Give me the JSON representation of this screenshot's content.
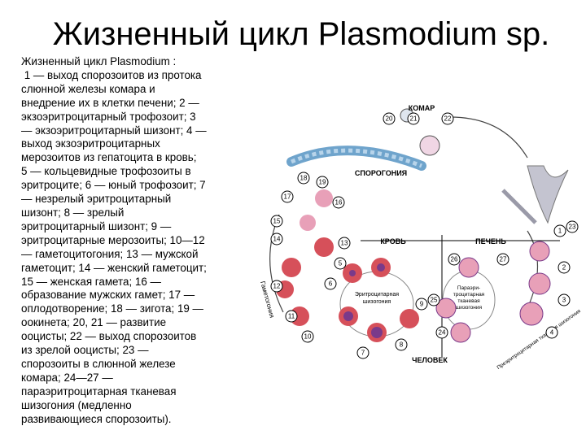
{
  "title": "Жизненный цикл Plasmodium sp.",
  "caption_lines": [
    "Жизненный цикл Plasmodium :",
    " 1 — выход спорозоитов из протока",
    "слюнной железы комара и",
    "внедрение их в клетки печени; 2 —",
    "экзоэритроцитарный трофозоит; 3",
    "— экзоэритроцитарный шизонт; 4 —",
    "выход экзоэритроцитарных",
    "мерозоитов из гепатоцита в кровь;",
    "5 — кольцевидные трофозоиты в",
    "эритроците; 6 — юный трофозоит; 7",
    "— незрелый эритроцитарный",
    "шизонт; 8 — зрелый",
    "эритроцитарный шизонт; 9 —",
    "эритроцитарные мерозоиты; 10—12",
    "— гаметоцитогония; 13 — мужской",
    "гаметоцит; 14 — женский гаметоцит;",
    "15 — женская гамета; 16 —",
    "образование мужских гамет; 17 —",
    "оплодотворение; 18 — зигота; 19 —",
    "оокинета; 20, 21 — развитие",
    "ооцисты; 22 — выход спорозоитов",
    "из зрелой ооцисты; 23 —",
    "спорозоиты в слюнной железе",
    "комара; 24—27 —",
    "параэритроцитарная тканевая",
    "шизогония (медленно",
    "развивающиеся спорозоиты)."
  ],
  "figure": {
    "labels": {
      "mosquito": "КОМАР",
      "sporogony": "СПОРОГОНИЯ",
      "blood": "КРОВЬ",
      "liver": "ПЕЧЕНЬ",
      "human": "ЧЕЛОВЕК",
      "gametogony": "Гаметогония",
      "erythro_schizogony_1": "Эритроцитарная",
      "erythro_schizogony_2": "шизогония",
      "para_1": "Параэри-",
      "para_2": "троцитарная",
      "para_3": "тканевая",
      "para_4": "шизогония",
      "exo_tissue": "Преэритроцитарная тканевая шизогония"
    },
    "numbers": [
      "1",
      "2",
      "3",
      "4",
      "5",
      "6",
      "7",
      "8",
      "9",
      "10",
      "11",
      "12",
      "13",
      "14",
      "15",
      "16",
      "17",
      "18",
      "19",
      "20",
      "21",
      "22",
      "23",
      "24",
      "25",
      "26",
      "27"
    ]
  },
  "colors": {
    "cell_red": "#d6505a",
    "cell_pink": "#e8a0b8",
    "parasite_purple": "#7a3a8a",
    "gut_blue": "#6fa4cc",
    "gland_gray": "#9a9aa8"
  }
}
